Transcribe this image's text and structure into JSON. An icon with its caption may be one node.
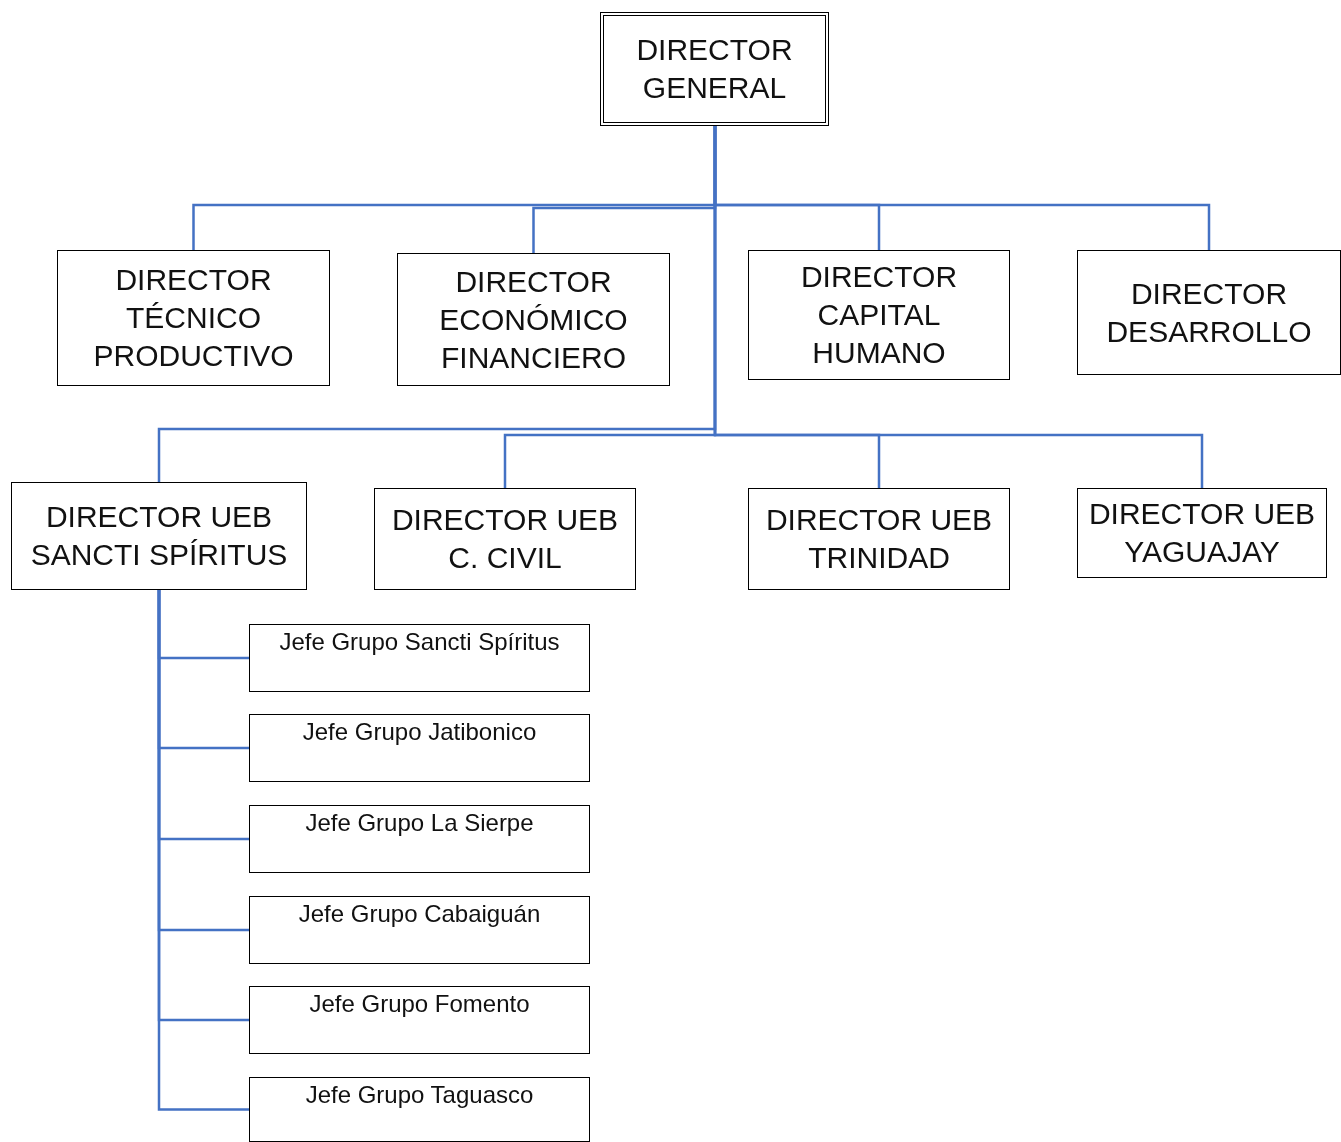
{
  "diagram": {
    "nodes": [
      {
        "text": [
          "DIRECTOR GENERAL"
        ]
      },
      {
        "text": [
          "DIRECTOR TÉCNICO PRODUCTIVO"
        ]
      },
      {
        "text": [
          "DIRECTOR ECONÓMICO FINANCIERO"
        ]
      },
      {
        "text": [
          "DIRECTOR CAPITAL HUMANO"
        ]
      },
      {
        "text": [
          "DIRECTOR DESARROLLO"
        ]
      },
      {
        "text": [
          "DIRECTOR UEB SANCTI SPÍRITUS"
        ]
      },
      {
        "text": [
          "DIRECTOR UEB C. CIVIL"
        ]
      },
      {
        "text": [
          "DIRECTOR UEB TRINIDAD"
        ]
      },
      {
        "text": [
          "DIRECTOR UEB YAGUAJAY"
        ]
      },
      {
        "text": [
          "Jefe Grupo Sancti Spíritus"
        ]
      },
      {
        "text": [
          "Jefe Grupo Jatibonico"
        ]
      },
      {
        "text": [
          "Jefe Grupo La Sierpe"
        ]
      },
      {
        "text": [
          "Jefe Grupo Cabaiguán"
        ]
      },
      {
        "text": [
          "Jefe Grupo Fomento"
        ]
      },
      {
        "text": [
          "Jefe Grupo Taguasco"
        ]
      }
    ],
    "edges": [
      {
        "from": 0,
        "to": 1,
        "arrow": "none"
      },
      {
        "from": 0,
        "to": 2,
        "arrow": "none"
      },
      {
        "from": 0,
        "to": 3,
        "arrow": "none"
      },
      {
        "from": 0,
        "to": 4,
        "arrow": "none"
      },
      {
        "from": 0,
        "to": 5,
        "arrow": "none"
      },
      {
        "from": 0,
        "to": 6,
        "arrow": "none"
      },
      {
        "from": 0,
        "to": 7,
        "arrow": "none"
      },
      {
        "from": 0,
        "to": 8,
        "arrow": "none"
      },
      {
        "from": 5,
        "to": 9,
        "arrow": "none"
      },
      {
        "from": 5,
        "to": 10,
        "arrow": "none"
      },
      {
        "from": 5,
        "to": 11,
        "arrow": "none"
      },
      {
        "from": 5,
        "to": 12,
        "arrow": "none"
      },
      {
        "from": 5,
        "to": 13,
        "arrow": "none"
      },
      {
        "from": 5,
        "to": 14,
        "arrow": "none"
      }
    ]
  }
}
